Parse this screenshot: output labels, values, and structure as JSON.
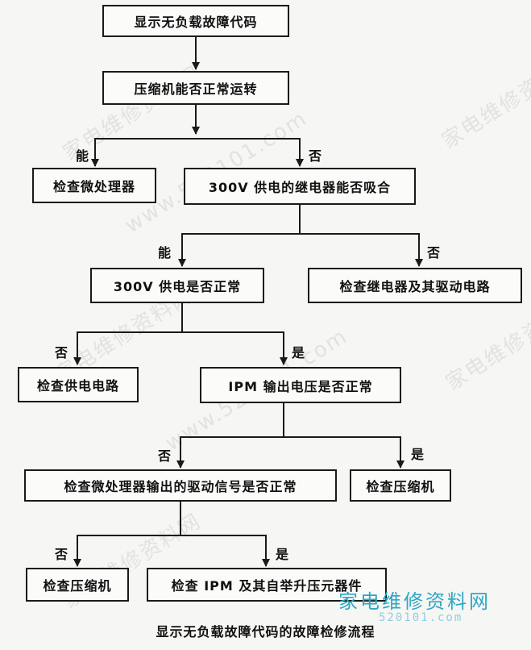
{
  "nodes": {
    "n1": "显示无负载故障代码",
    "n2": "压缩机能否正常运转",
    "n3": "检查微处理器",
    "n4": "300V 供电的继电器能否吸合",
    "n5": "300V 供电是否正常",
    "n6": "检查继电器及其驱动电路",
    "n7": "检查供电电路",
    "n8": "IPM 输出电压是否正常",
    "n9": "检查微处理器输出的驱动信号是否正常",
    "n10": "检查压缩机",
    "n11": "检查压缩机",
    "n12": "检查 IPM 及其自举升压元器件"
  },
  "branch_labels": {
    "b1": "能",
    "b2": "否",
    "b3": "能",
    "b4": "否",
    "b5": "否",
    "b6": "是",
    "b7": "否",
    "b8": "是",
    "b9": "否",
    "b10": "是"
  },
  "caption": "显示无负载故障代码的故障检修流程",
  "watermark": {
    "text_cn": "家电维修资料网",
    "text_url": "www.520101.com",
    "logo_url": "520101.com"
  },
  "colors": {
    "line": "#1a1a1a",
    "logo": "#2da7c4"
  }
}
